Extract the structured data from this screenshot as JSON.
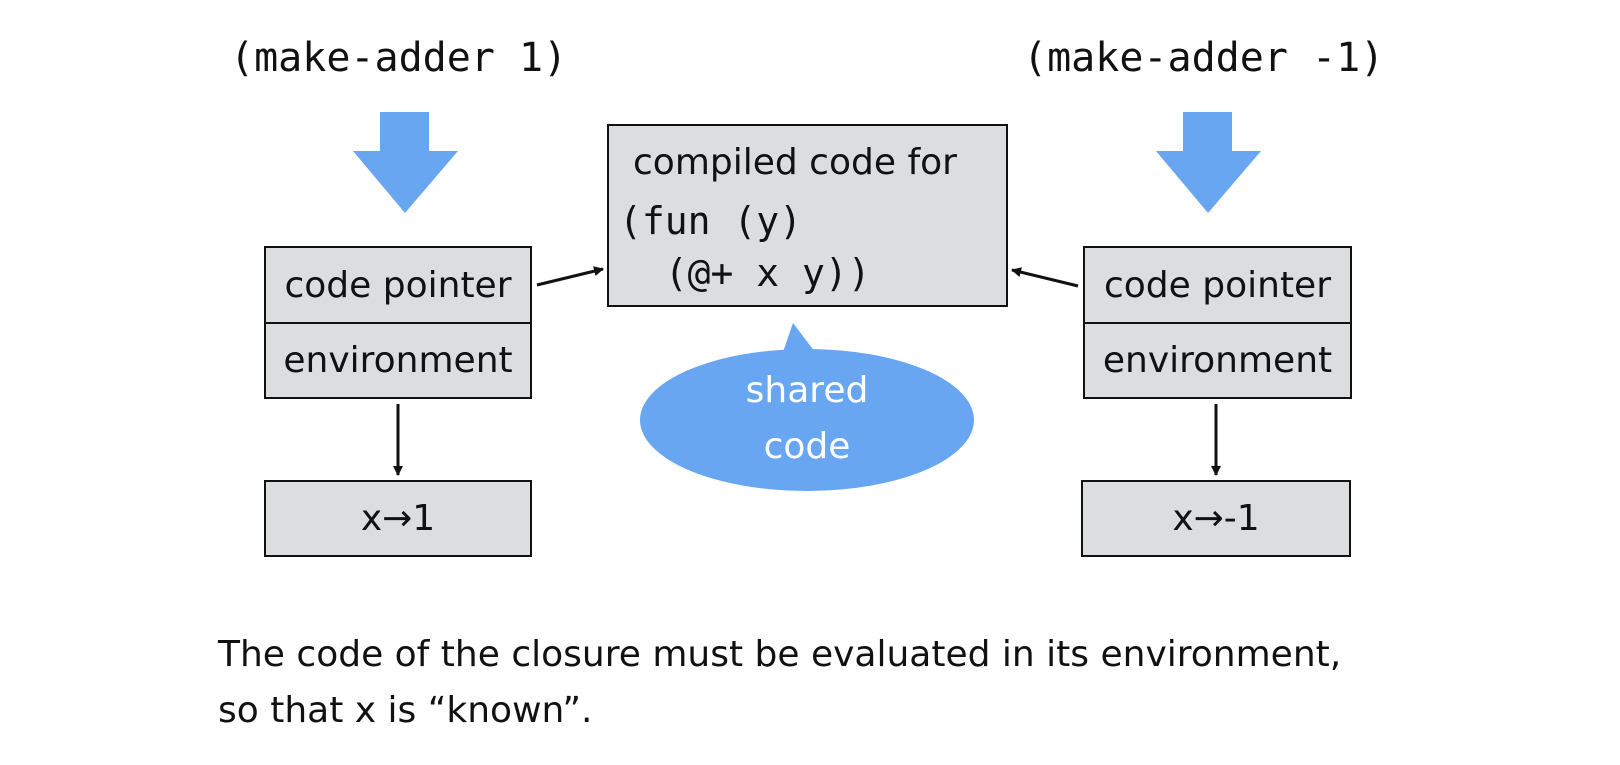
{
  "left_closure": {
    "call": "(make-adder 1)",
    "code_pointer_label": "code pointer",
    "environment_label": "environment",
    "binding": "x→1"
  },
  "right_closure": {
    "call": "(make-adder -1)",
    "code_pointer_label": "code pointer",
    "environment_label": "environment",
    "binding": "x→-1"
  },
  "compiled": {
    "title": "compiled code for",
    "line1": "(fun (y)",
    "line2": "  (@+ x y))"
  },
  "bubble": {
    "line1": "shared",
    "line2": "code"
  },
  "caption": {
    "line1": "The code of the closure must be evaluated in its environment,",
    "line2": "so that x is “known”."
  },
  "colors": {
    "accent_blue": "#68a6f2",
    "box_fill": "#dcdddf",
    "stroke": "#111111"
  }
}
